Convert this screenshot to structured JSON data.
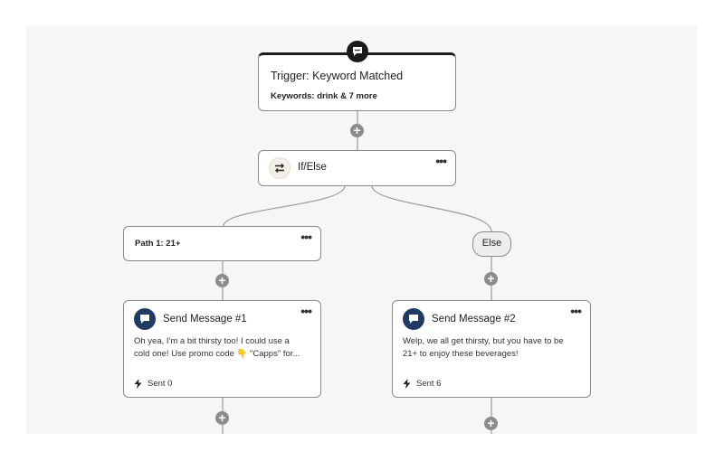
{
  "trigger": {
    "title": "Trigger: Keyword Matched",
    "keywords_label": "Keywords:",
    "keywords_value": "drink & 7 more"
  },
  "ifelse": {
    "title": "If/Else"
  },
  "path1": {
    "title": "Path 1: 21+"
  },
  "else_branch": {
    "label": "Else"
  },
  "message1": {
    "title": "Send Message #1",
    "body_line1": "Oh yea, I'm a bit thirsty too! I could use a",
    "body_line2": "cold one! Use promo code 👇 \"Capps\" for...",
    "sent": "Sent 0"
  },
  "message2": {
    "title": "Send Message #2",
    "body_line1": "Welp, we all get thirsty, but you have to be",
    "body_line2": "21+ to enjoy these beverages!",
    "sent": "Sent 6"
  },
  "more_menu": "•••",
  "add_symbol": "+",
  "icons": {
    "trigger": "chat-bubble-icon",
    "ifelse": "swap-arrows-icon",
    "message": "chat-bubble-icon",
    "sent": "lightning-icon",
    "add": "plus-icon",
    "more": "more-dots-icon"
  }
}
